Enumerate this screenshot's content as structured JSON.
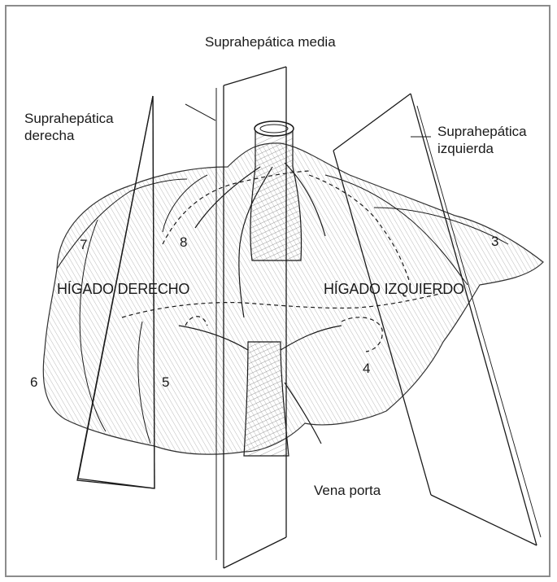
{
  "labels": {
    "hepatic_middle": "Suprahepática media",
    "hepatic_right_line1": "Suprahepática",
    "hepatic_right_line2": "derecha",
    "hepatic_left_line1": "Suprahepática",
    "hepatic_left_line2": "izquierda",
    "right_liver": "HÍGADO DERECHO",
    "left_liver": "HÍGADO IZQUIERDO",
    "portal_vein": "Vena porta"
  },
  "segments": [
    "3",
    "4",
    "5",
    "6",
    "7",
    "8"
  ]
}
